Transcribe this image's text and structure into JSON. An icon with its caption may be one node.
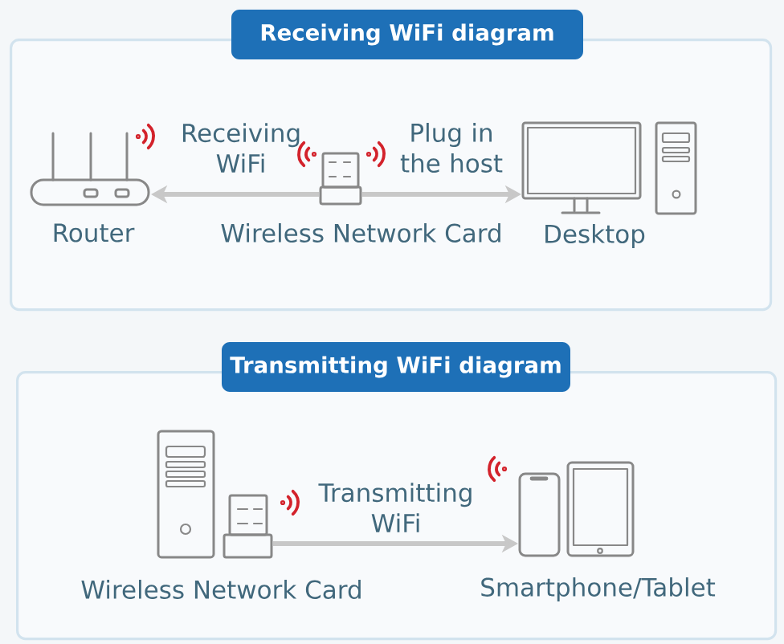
{
  "diagram": {
    "nodes": [
      {
        "text": [
          "Receiving WiFi diagram"
        ]
      },
      {
        "text": [],
        "shape": "picture",
        "beside": [
          "Router"
        ],
        "in": 0
      },
      {
        "text": [],
        "shape": "picture",
        "beside": [
          "Wireless Network Card"
        ],
        "in": 0
      },
      {
        "text": [],
        "shape": "picture",
        "beside": [
          "Desktop"
        ],
        "in": 0
      },
      {
        "text": [
          "Transmitting WiFi diagram"
        ]
      },
      {
        "text": [],
        "shape": "picture",
        "beside": [
          "Wireless Network Card"
        ],
        "in": 4
      },
      {
        "text": [],
        "shape": "picture",
        "beside": [
          "Smartphone/Tablet"
        ],
        "in": 4
      }
    ],
    "edges": [
      {
        "from": 2,
        "to": 1,
        "arrow": "to",
        "label": "Receiving WiFi"
      },
      {
        "from": 2,
        "to": 3,
        "arrow": "to",
        "label": "Plug in the host"
      },
      {
        "from": 5,
        "to": 6,
        "arrow": "to",
        "label": "Transmitting WiFi"
      }
    ]
  }
}
